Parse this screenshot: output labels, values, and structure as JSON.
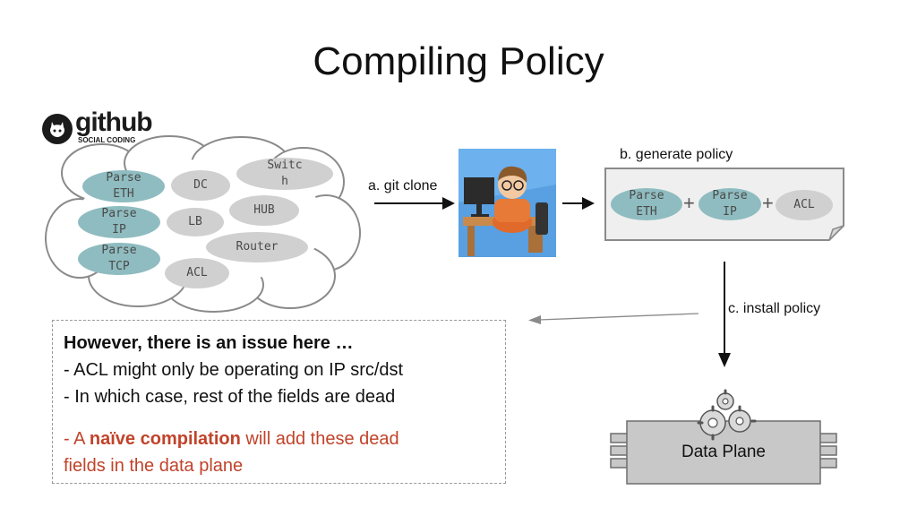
{
  "title": "Compiling Policy",
  "github": {
    "word": "github",
    "tagline": "SOCIAL CODING"
  },
  "cloud": {
    "parse_eth": "Parse\nETH",
    "parse_ip": "Parse\nIP",
    "parse_tcp": "Parse\nTCP",
    "dc": "DC",
    "lb": "LB",
    "acl": "ACL",
    "switch": "Switc\nh",
    "hub": "HUB",
    "router": "Router"
  },
  "steps": {
    "git_clone": "a. git clone",
    "generate_policy": "b. generate policy",
    "install_policy": "c. install policy"
  },
  "policy": {
    "parse_eth": "Parse\nETH",
    "parse_ip": "Parse\nIP",
    "acl": "ACL",
    "plus1": "+",
    "plus2": "+"
  },
  "data_plane": {
    "label": "Data Plane"
  },
  "issue": {
    "heading": "However, there is an issue here …",
    "line1": "- ACL might only be operating on IP src/dst",
    "line2": "- In which case, rest of the fields are dead",
    "line3_prefix": "- A ",
    "line3_bold": "naïve compilation",
    "line3_suffix": " will add these dead",
    "line4": "fields in the data plane"
  },
  "colors": {
    "teal_pill": "#8fbcc0",
    "gray_pill": "#d0d0d0",
    "highlight_red": "#c0432a",
    "data_plane_fill": "#c8c8c8"
  }
}
